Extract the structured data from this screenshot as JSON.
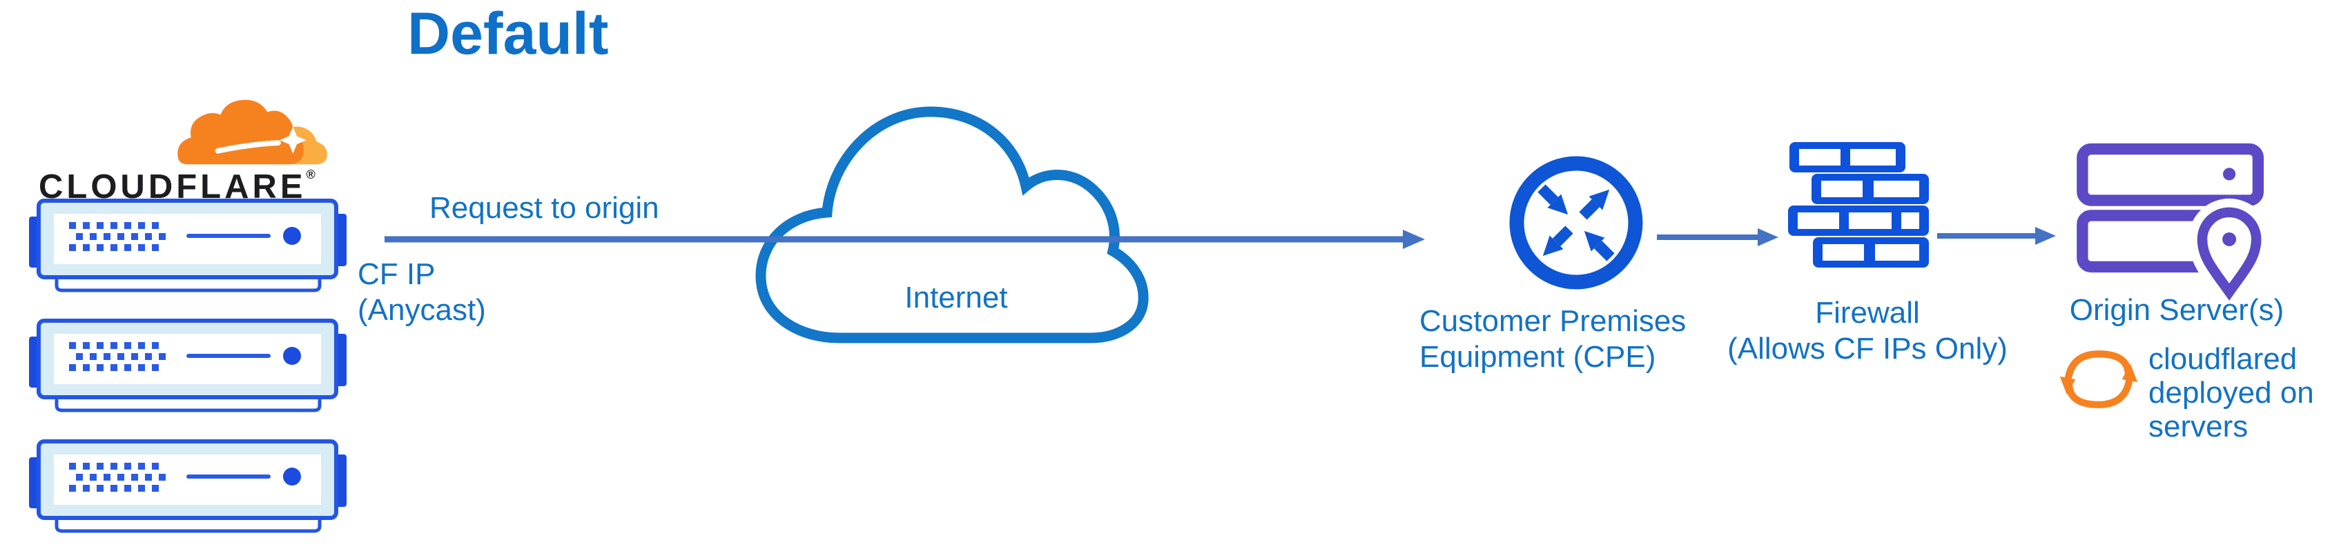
{
  "title": "Default",
  "brand": {
    "logo_text": "CLOUDFLARE",
    "registered_mark": "®"
  },
  "nodes": {
    "cloudflare_edge": {
      "server_count": 3,
      "request_label": "Request to origin",
      "ip_label_line1": "CF IP",
      "ip_label_line2": "(Anycast)"
    },
    "internet": {
      "label": "Internet"
    },
    "cpe": {
      "label_line1": "Customer Premises",
      "label_line2": "Equipment (CPE)"
    },
    "firewall": {
      "label_line1": "Firewall",
      "label_line2": "(Allows CF IPs Only)"
    },
    "origin": {
      "label": "Origin Server(s)",
      "note_line1": "cloudflared",
      "note_line2": "deployed on",
      "note_line3": "servers"
    }
  },
  "icons": {
    "cloudflare-logo-cloud": "orange cloudflare cloud mark",
    "edge-server": "blue rack server with vent dots",
    "internet-cloud": "outlined cloud",
    "cpe-router": "circle with four diagonal arrows",
    "firewall-bricks": "brick wall",
    "origin-servers": "two purple servers with location pin",
    "sync-arrows": "orange circular refresh arrows",
    "flow-arrow": "right-pointing connector arrow"
  },
  "colors": {
    "title_blue": "#0E70C8",
    "label_blue": "#1272C4",
    "connector_blue": "#4472C4",
    "cloud_stroke_blue": "#1277C8",
    "icon_royal_blue": "#0E56D6",
    "server_border_blue": "#2456E2",
    "server_fill_light": "#D8ECF6",
    "origin_purple": "#5B49C6",
    "cloudflare_orange": "#F6821F",
    "cloudflare_orange_light": "#FBAD41",
    "wordmark_black": "#1d1d1f"
  }
}
